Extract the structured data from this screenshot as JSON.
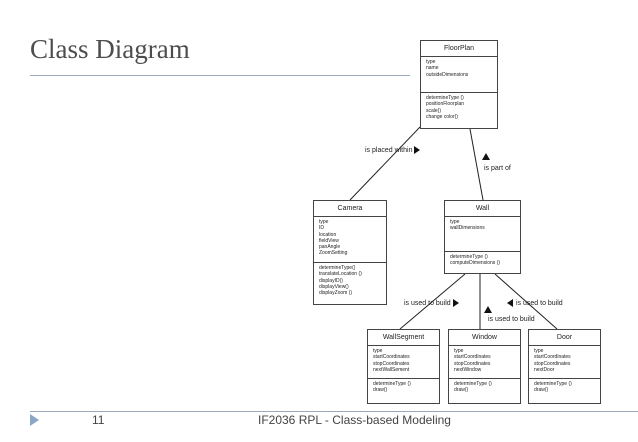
{
  "slide": {
    "title": "Class Diagram",
    "page_number": "11",
    "footer": "IF2036 RPL - Class-based Modeling"
  },
  "classes": {
    "floorplan": {
      "name": "FloorPlan",
      "attributes": [
        "type",
        "name",
        "outsideDimensions"
      ],
      "operations": [
        "determineType ()",
        "positionFloorplan",
        "scale()",
        "change color()"
      ]
    },
    "camera": {
      "name": "Camera",
      "attributes": [
        "type",
        "ID",
        "location",
        "fieldView",
        "panAngle",
        "ZoomSetting"
      ],
      "operations": [
        "determineType()",
        "translateLocation ()",
        "displayID()",
        "displayView()",
        "displayZoom ()"
      ]
    },
    "wall": {
      "name": "Wall",
      "attributes": [
        "type",
        "wallDimensions"
      ],
      "operations": [
        "determineType ()",
        "computeDimensions ()"
      ]
    },
    "wallsegment": {
      "name": "WallSegment",
      "attributes": [
        "type",
        "startCoordinates",
        "stopCoordinates",
        "nextWallSement"
      ],
      "operations": [
        "determineType ()",
        "draw()"
      ]
    },
    "window": {
      "name": "Window",
      "attributes": [
        "type",
        "startCoordinates",
        "stopCoordinates",
        "nextWindow"
      ],
      "operations": [
        "determineType ()",
        "draw()"
      ]
    },
    "door": {
      "name": "Door",
      "attributes": [
        "type",
        "startCoordinates",
        "stopCoordinates",
        "nextDoor"
      ],
      "operations": [
        "determineType ()",
        "draw()"
      ]
    }
  },
  "relations": {
    "placed_within": "is placed within",
    "part_of": "is part of",
    "build_segment": "is used to build",
    "build_window": "is used to build",
    "build_door": "is used to build"
  }
}
